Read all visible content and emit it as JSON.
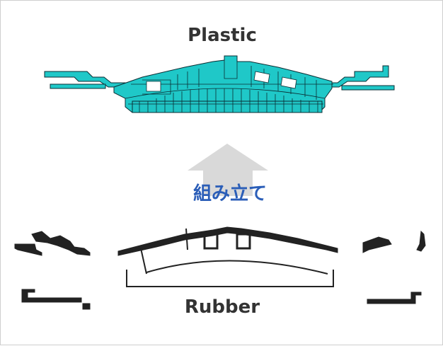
{
  "labels": {
    "top": "Plastic",
    "action": "組み立て",
    "bottom": "Rubber"
  },
  "colors": {
    "plastic_fill": "#1fc8c8",
    "plastic_outline": "#0b2d33",
    "rubber_fill": "#222222",
    "arrow_fill": "#d9d9d9",
    "action_text": "#2b5eb8",
    "title_text": "#333333"
  }
}
